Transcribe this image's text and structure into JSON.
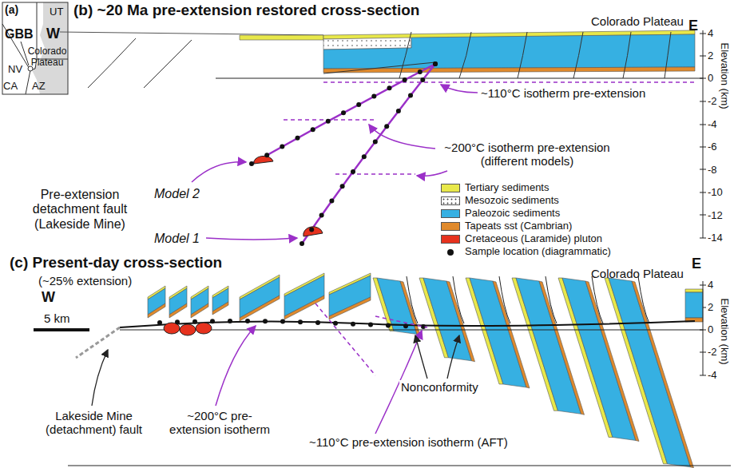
{
  "diagram": {
    "labels": [
      "(a)",
      "UT",
      "GBB",
      "NV",
      "Colorado Plateau",
      "CA",
      "AZ",
      "(b) ~20 Ma pre-extension restored cross-section",
      "W",
      "E",
      "Colorado Plateau",
      "Elevation (km)",
      "4",
      "2",
      "0",
      "-2",
      "-4",
      "-6",
      "-8",
      "-10",
      "-12",
      "-14",
      "~110°C isotherm pre-extension",
      "~200°C isotherm pre-extension (different models)",
      "Pre-extension detachment fault (Lakeside Mine)",
      "Model 2",
      "Model 1",
      "(c) Present-day cross-section",
      "(~25% extension)",
      "W",
      "E",
      "Colorado Plateau",
      "Elevation (km)",
      "4",
      "2",
      "0",
      "-2",
      "-4",
      "5 km",
      "Lakeside Mine (detachment) fault",
      "~200°C pre-extension isotherm",
      "Nonconformity",
      "~110°C pre-extension isotherm (AFT)"
    ],
    "legend": [
      {
        "text": "Tertiary sediments",
        "color": "#e8e84a"
      },
      {
        "text": "Mesozoic sediments"
      },
      {
        "text": "Paleozoic sediments",
        "color": "#36b0e2"
      },
      {
        "text": "Tapeats sst (Cambrian)",
        "color": "#e08a2c"
      },
      {
        "text": "Cretaceous (Laramide) pluton",
        "color": "#e6321e"
      },
      {
        "text": "Sample location (diagrammatic)"
      }
    ]
  }
}
